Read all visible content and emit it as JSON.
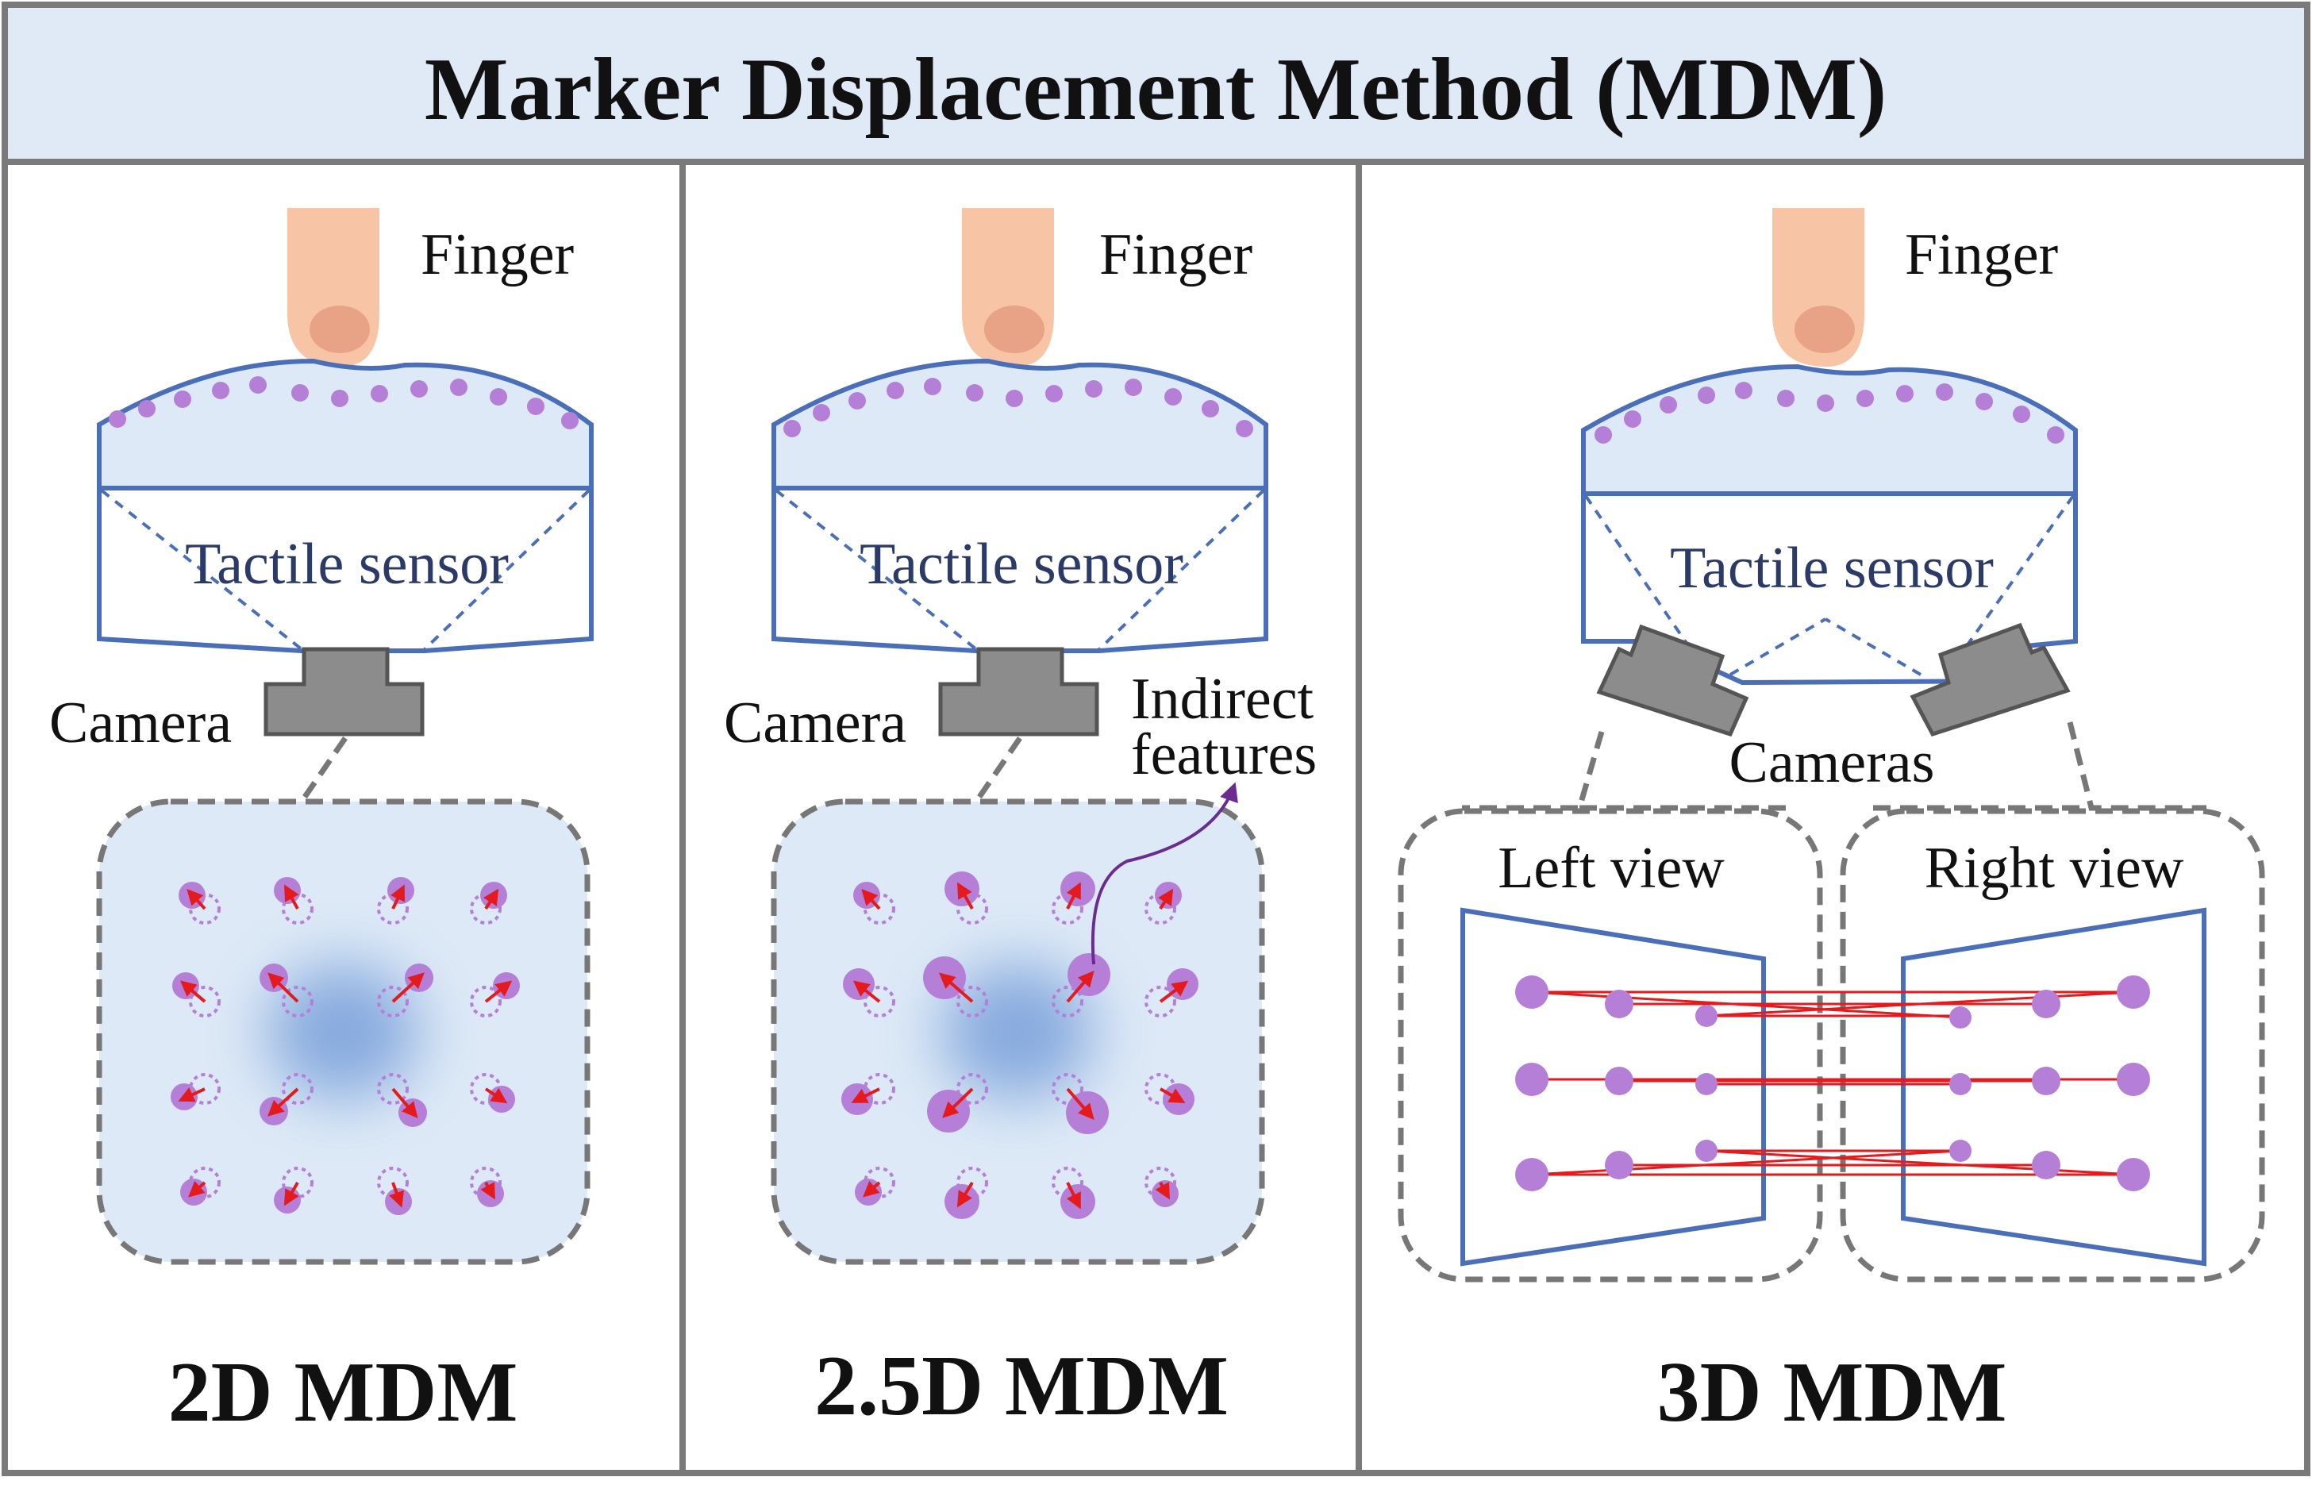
{
  "title": "Marker Displacement Method (MDM)",
  "colors": {
    "frame": "#7a7a7a",
    "header_bg": "#dfeaf6",
    "sensor_fill": "#dde9f6",
    "sensor_outline": "#4a6fb8",
    "marker": "#b57fd8",
    "arrow": "#e41a1c",
    "camera": "#8c8c8c",
    "finger": "#f7c4a5",
    "nail": "#e8a285",
    "contact_blur": "#6b95d6",
    "indirect_arrow": "#6a2c91"
  },
  "panels": [
    {
      "id": "2d",
      "finger_label": "Finger",
      "sensor_label": "Tactile sensor",
      "camera_label": "Camera",
      "caption": "2D MDM"
    },
    {
      "id": "2.5d",
      "finger_label": "Finger",
      "sensor_label": "Tactile sensor",
      "camera_label": "Camera",
      "indirect_label_line1": "Indirect",
      "indirect_label_line2": "features",
      "caption": "2.5D MDM"
    },
    {
      "id": "3d",
      "finger_label": "Finger",
      "sensor_label": "Tactile sensor",
      "camera_label": "Cameras",
      "left_view_label": "Left view",
      "right_view_label": "Right view",
      "caption": "3D MDM"
    }
  ]
}
